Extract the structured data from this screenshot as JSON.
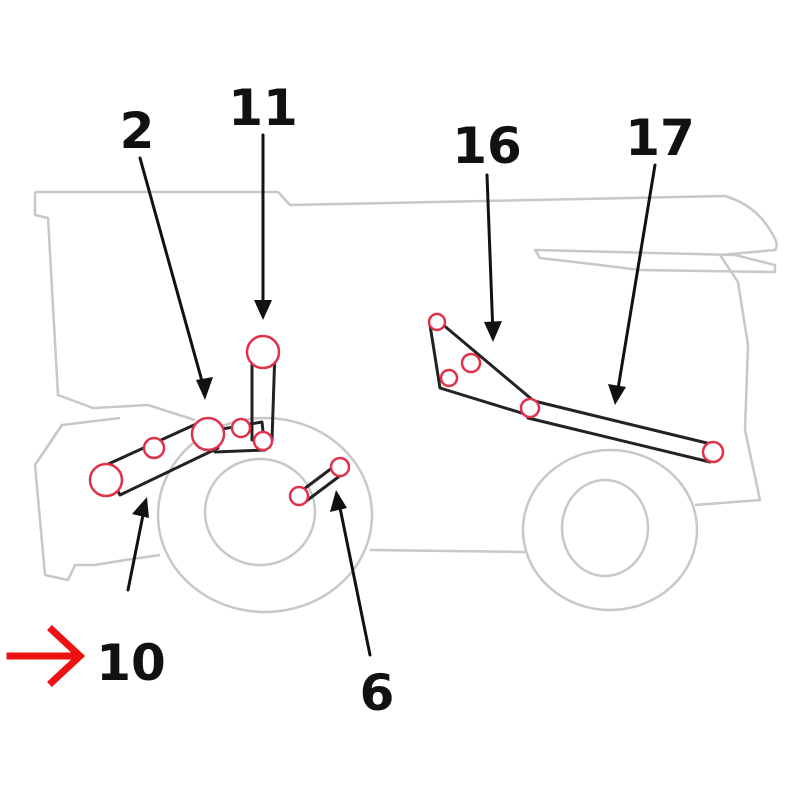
{
  "diagram": {
    "colors": {
      "outline": "#c8c8c8",
      "belt_outline": "#222222",
      "pulley_stroke": "#e0304a",
      "pulley_fill": "#ffffff",
      "arrow": "#111111",
      "label": "#111111",
      "indicator_arrow": "#ee1111"
    },
    "callouts": [
      {
        "id": "callout-2",
        "label": "2"
      },
      {
        "id": "callout-11",
        "label": "11"
      },
      {
        "id": "callout-16",
        "label": "16"
      },
      {
        "id": "callout-17",
        "label": "17"
      },
      {
        "id": "callout-10",
        "label": "10",
        "indicated": true
      },
      {
        "id": "callout-6",
        "label": "6"
      }
    ],
    "indicator": {
      "icon": "right-arrow-icon",
      "points_to": "10"
    }
  }
}
